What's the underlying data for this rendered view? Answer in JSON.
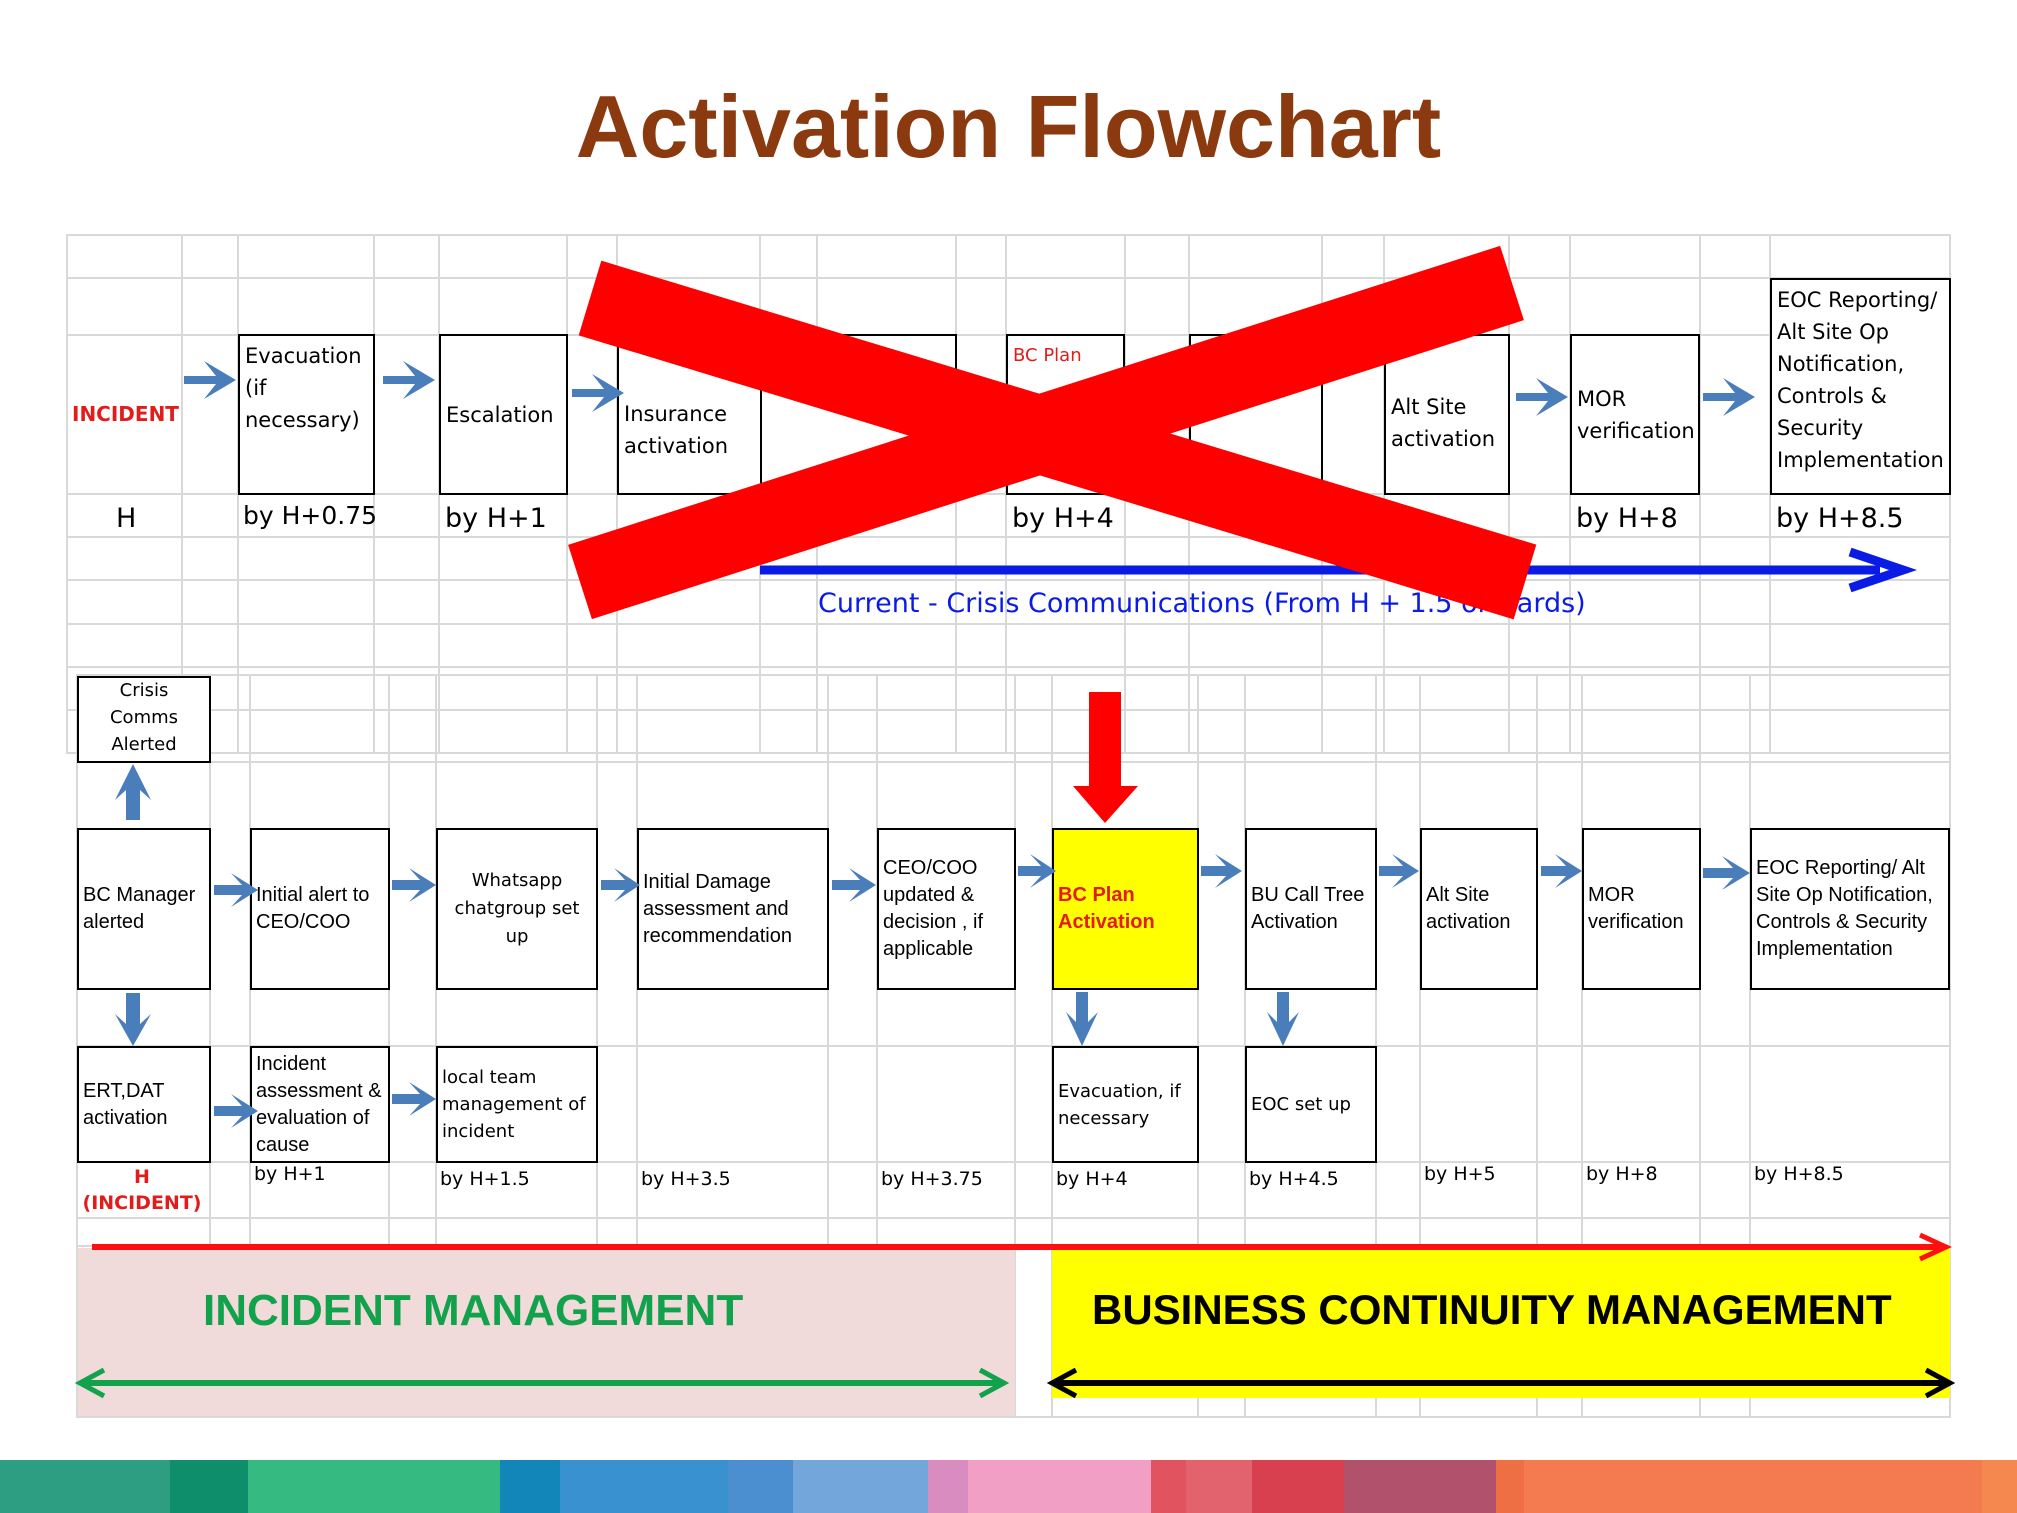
{
  "title": "Activation Flowchart",
  "current_flow": {
    "incident_label": "INCIDENT",
    "steps": [
      "Evacuation (if necessary)",
      "Escalation",
      "Insurance activation",
      "BC Plan",
      "Alt Site activation",
      "MOR verification",
      "EOC Reporting/ Alt Site Op Notification, Controls & Security Implementation"
    ],
    "times": [
      "H",
      "by H+0.75",
      "by H+1",
      "by H+4",
      "by H+8",
      "by H+8.5"
    ],
    "comms_label": "Current - Crisis Communications (From H + 1.5 onwards)",
    "strike_color": "#FF0000"
  },
  "new_flow": {
    "crisis_comms": "Crisis Comms Alerted",
    "main_steps": [
      "BC Manager alerted",
      "Initial alert to CEO/COO",
      "Whatsapp chatgroup set up",
      "Initial Damage assessment and recommendation",
      "CEO/COO updated & decision , if applicable",
      "BC Plan Activation",
      "BU Call Tree Activation",
      "Alt Site activation",
      "MOR verification",
      "EOC Reporting/ Alt Site Op Notification, Controls & Security Implementation"
    ],
    "sub_steps": [
      "ERT,DAT activation",
      "Incident assessment & evaluation of cause",
      "local team management of incident",
      "Evacuation, if necessary",
      "EOC set up"
    ],
    "times": [
      "H (INCIDENT)",
      "by H+1",
      "by H+1.5",
      "by H+3.5",
      "by H+3.75",
      "by H+4",
      "by H+4.5",
      "by H+5",
      "by H+8",
      "by H+8.5"
    ],
    "highlight_color": "#FFFF00"
  },
  "phases": {
    "incident": "INCIDENT MANAGEMENT",
    "bcm": "BUSINESS CONTINUITY MANAGEMENT"
  },
  "colors": {
    "title": "#8B3A0F",
    "arrow": "#4A7EBB",
    "incident_phase_bg": "#F0DADA",
    "incident_phase_text": "#12A24B",
    "bcm_bg": "#FFFF00"
  }
}
